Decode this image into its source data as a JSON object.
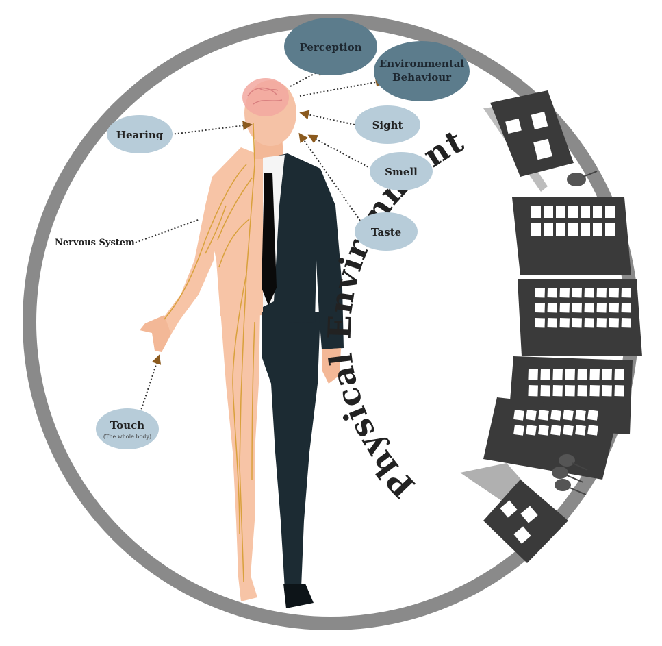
{
  "labels": {
    "perception": "Perception",
    "environmental_behaviour_line1": "Environmental",
    "environmental_behaviour_line2": "Behaviour",
    "hearing": "Hearing",
    "sight": "Sight",
    "smell": "Smell",
    "taste": "Taste",
    "touch": "Touch",
    "touch_sub": "(The whole body)",
    "nervous_system": "Nervous System",
    "physical_environment": "Physical Environment"
  },
  "colors": {
    "ring": "#8a8a8a",
    "sense_bubble": "#b7ccd9",
    "dark_bubble": "#5c7c8c",
    "skin": "#f7c4a6",
    "nerve": "#d9a13c",
    "suit": "#1c2b33",
    "building": "#3a3a3a",
    "house_roof": "#b0b0b0",
    "arrow_head": "#8b5a1e"
  }
}
